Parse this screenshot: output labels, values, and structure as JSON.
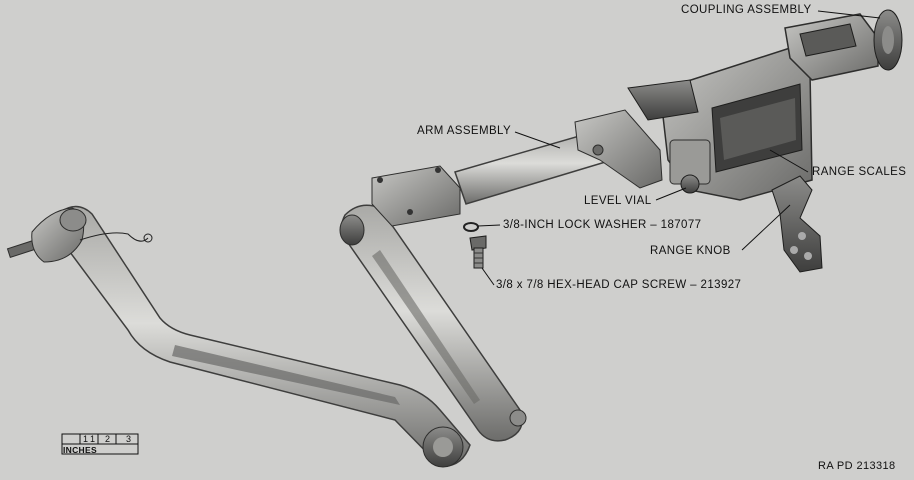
{
  "labels": {
    "coupling_assembly": "COUPLING ASSEMBLY",
    "arm_assembly": "ARM ASSEMBLY",
    "range_scales": "RANGE SCALES",
    "level_vial": "LEVEL VIAL",
    "lock_washer": "3/8-INCH LOCK WASHER – 187077",
    "range_knob": "RANGE KNOB",
    "cap_screw": "3/8 x 7/8 HEX-HEAD CAP SCREW – 213927"
  },
  "scale": {
    "unit": "INCHES",
    "marks": [
      "1",
      "1",
      "2",
      "3"
    ]
  },
  "figure_id": "RA PD 213318",
  "colors": {
    "background": "#cfcfcd",
    "metal_dark": "#5a5a58",
    "metal_mid": "#8c8c8a",
    "metal_light": "#b4b4b1",
    "ink": "#111111"
  }
}
